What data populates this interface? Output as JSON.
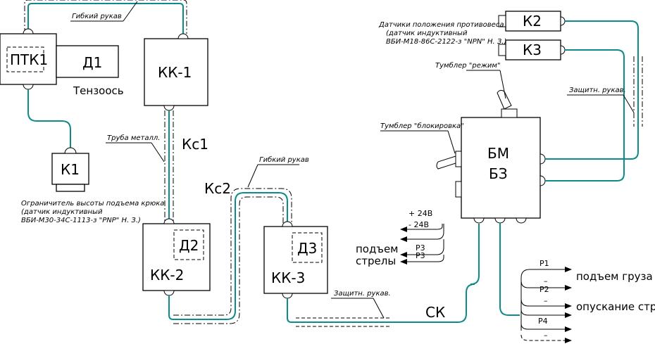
{
  "blocks": {
    "ptk1": "ПТК1",
    "d1": "Д1",
    "tenzo": "Тензоось",
    "kk1": "КК-1",
    "k1": "К1",
    "kk2": "КК-2",
    "d2": "Д2",
    "kk3": "КК-3",
    "d3": "Д3",
    "bm": "БМ",
    "bz": "БЗ",
    "k2": "К2",
    "k3": "К3"
  },
  "labels": {
    "flex_hose_top": "Гибкий рукав",
    "flex_hose_mid": "Гибкий рукав",
    "metal_pipe": "Труба металл.",
    "protect_hose_right": "Защитн. рукав.",
    "protect_hose_bottom": "Защитн. рукав.",
    "toggle_mode": "Тумблер \"режим\"",
    "toggle_lock": "Тумблер \"блокировка\"",
    "kc1": "Кс1",
    "kc2": "Кс2",
    "ck": "СК"
  },
  "k1_note": {
    "line1": "Ограничитель высоты подъема крюка",
    "line2": "(датчик индуктивный",
    "line3": "ВБИ-М30-34С-1113-з \"PNP\" Н. З.)"
  },
  "k23_note": {
    "line1": "Датчики положения противовеса",
    "line2": "(датчик индуктивный",
    "line3": "ВБИ-М18-86С-2122-з \"NPN\" Н. З.)"
  },
  "signals": {
    "plus24": "+ 24В",
    "minus24": "- 24В",
    "p3a": "Р3",
    "p3b": "Р3",
    "boom_up1": "подъем",
    "boom_up2": "стрелы",
    "p1": "Р1",
    "p1_minus": "–",
    "load_up": "подъем груза",
    "p2": "Р2",
    "p2_minus": "–",
    "boom_down": "опускание стрелы",
    "p4": "Р4",
    "p4_minus": "–"
  }
}
